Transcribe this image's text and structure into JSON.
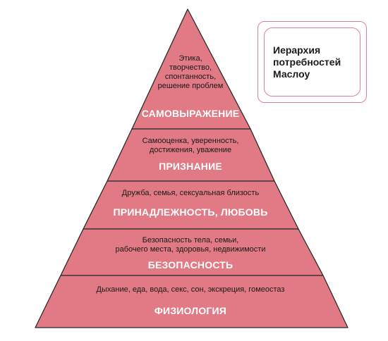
{
  "title": {
    "lines": [
      "Иерархия",
      "потребностей",
      "Маслоу"
    ]
  },
  "colors": {
    "fill": "#e17a85",
    "stroke": "#2a2a2a",
    "name_text": "#ffffff",
    "desc_text": "#1a1a1a",
    "frame": "#d7868f"
  },
  "levels": [
    {
      "name": "САМОВЫРАЖЕНИЕ",
      "description": [
        "Этика,",
        "творчество,",
        "спонтанность,",
        "решение проблем"
      ]
    },
    {
      "name": "ПРИЗНАНИЕ",
      "description": [
        "Самооценка, уверенность,",
        "достижения, уважение"
      ]
    },
    {
      "name": "ПРИНАДЛЕЖНОСТЬ, ЛЮБОВЬ",
      "description": [
        "Дружба, семья, сексуальная близость"
      ]
    },
    {
      "name": "БЕЗОПАСНОСТЬ",
      "description": [
        "Безопасность тела, семьи,",
        "рабочего места, здоровья, недвижимости"
      ]
    },
    {
      "name": "ФИЗИОЛОГИЯ",
      "description": [
        "Дыхание, еда, вода, секс, сон, экскреция, гомеостаз"
      ]
    }
  ]
}
